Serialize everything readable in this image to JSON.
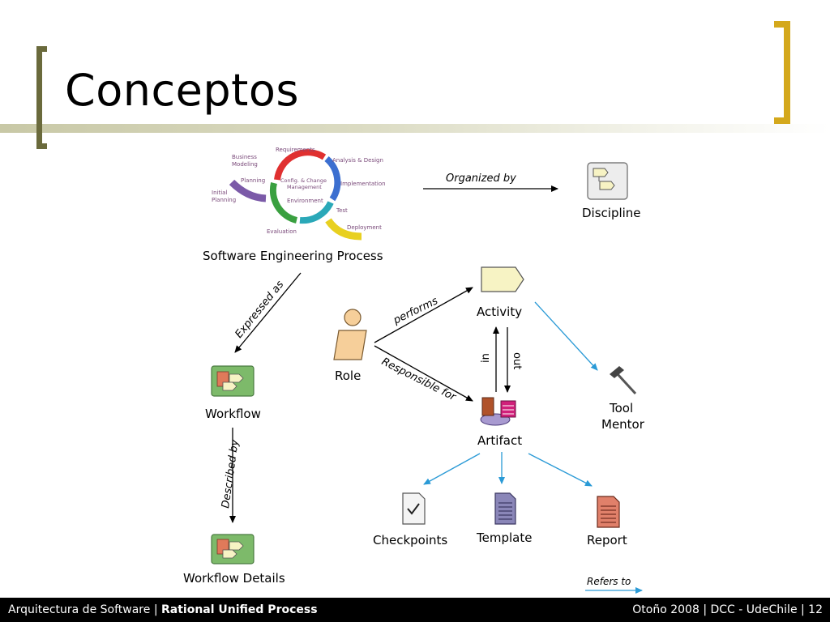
{
  "slide": {
    "title": "Conceptos"
  },
  "diagram": {
    "cycle": {
      "phases": [
        "Requirements",
        "Analysis & Design",
        "Implementation",
        "Test",
        "Deployment",
        "Evaluation",
        "Planning",
        "Business Modeling",
        "Initial Planning"
      ],
      "center": [
        "Config. & Change Management",
        "Environment"
      ]
    },
    "nodes": {
      "process": "Software Engineering Process",
      "discipline": "Discipline",
      "workflow": "Workflow",
      "workflow_details": "Workflow Details",
      "role": "Role",
      "activity": "Activity",
      "artifact": "Artifact",
      "tool_mentor": "Tool Mentor",
      "checkpoints": "Checkpoints",
      "template": "Template",
      "report": "Report"
    },
    "edges": {
      "organized_by": "Organized by",
      "expressed_as": "Expressed as",
      "described_by": "Described by",
      "performs": "performs",
      "responsible_for": "Responsible for",
      "in": "in",
      "out": "out",
      "refers_to": "Refers to"
    },
    "colors": {
      "black_arrow": "#000000",
      "blue_arrow": "#2a9ad6",
      "role_fill": "#f6cf9a",
      "activity_fill": "#f7f3c4",
      "workflow_fill": "#7dba6a"
    }
  },
  "footer": {
    "course": "Arquitectura de Software",
    "separator1": "|",
    "topic": "Rational Unified Process",
    "term": "Otoño 2008",
    "separator2": "| DCC - UdeChile |",
    "page": "12"
  }
}
